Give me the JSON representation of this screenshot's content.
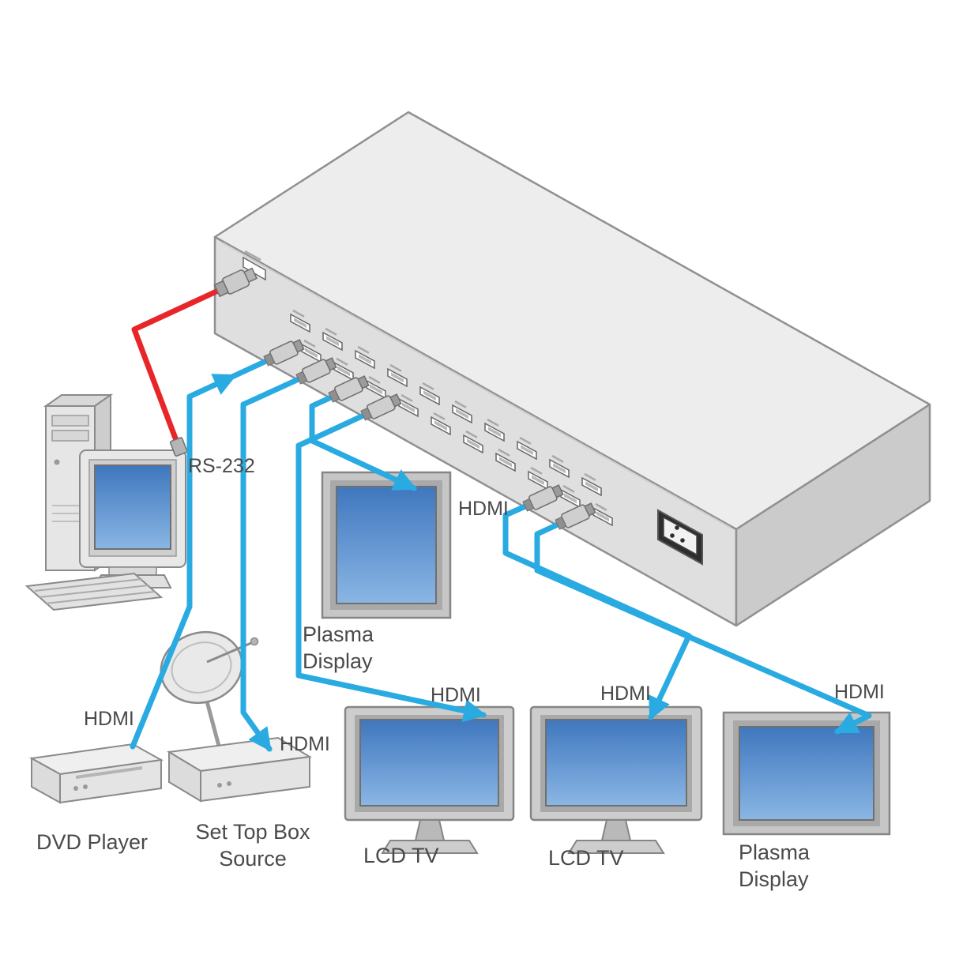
{
  "diagram": {
    "device_labels": {
      "rs232": "RS-232",
      "dvd_player": "DVD Player",
      "set_top_box_line1": "Set Top Box",
      "set_top_box_line2": "Source",
      "plasma1_line1": "Plasma",
      "plasma1_line2": "Display",
      "lcd_tv_1": "LCD TV",
      "lcd_tv_2": "LCD TV",
      "plasma2_line1": "Plasma",
      "plasma2_line2": "Display"
    },
    "cable_labels": {
      "hdmi_dvd": "HDMI",
      "hdmi_stb": "HDMI",
      "hdmi_plasma1": "HDMI",
      "hdmi_lcd1": "HDMI",
      "hdmi_lcd2": "HDMI",
      "hdmi_plasma2": "HDMI"
    },
    "colors": {
      "hdmi_cable": "#29abe2",
      "rs232_cable": "#e8262a",
      "label_text": "#4a4a4a"
    }
  }
}
